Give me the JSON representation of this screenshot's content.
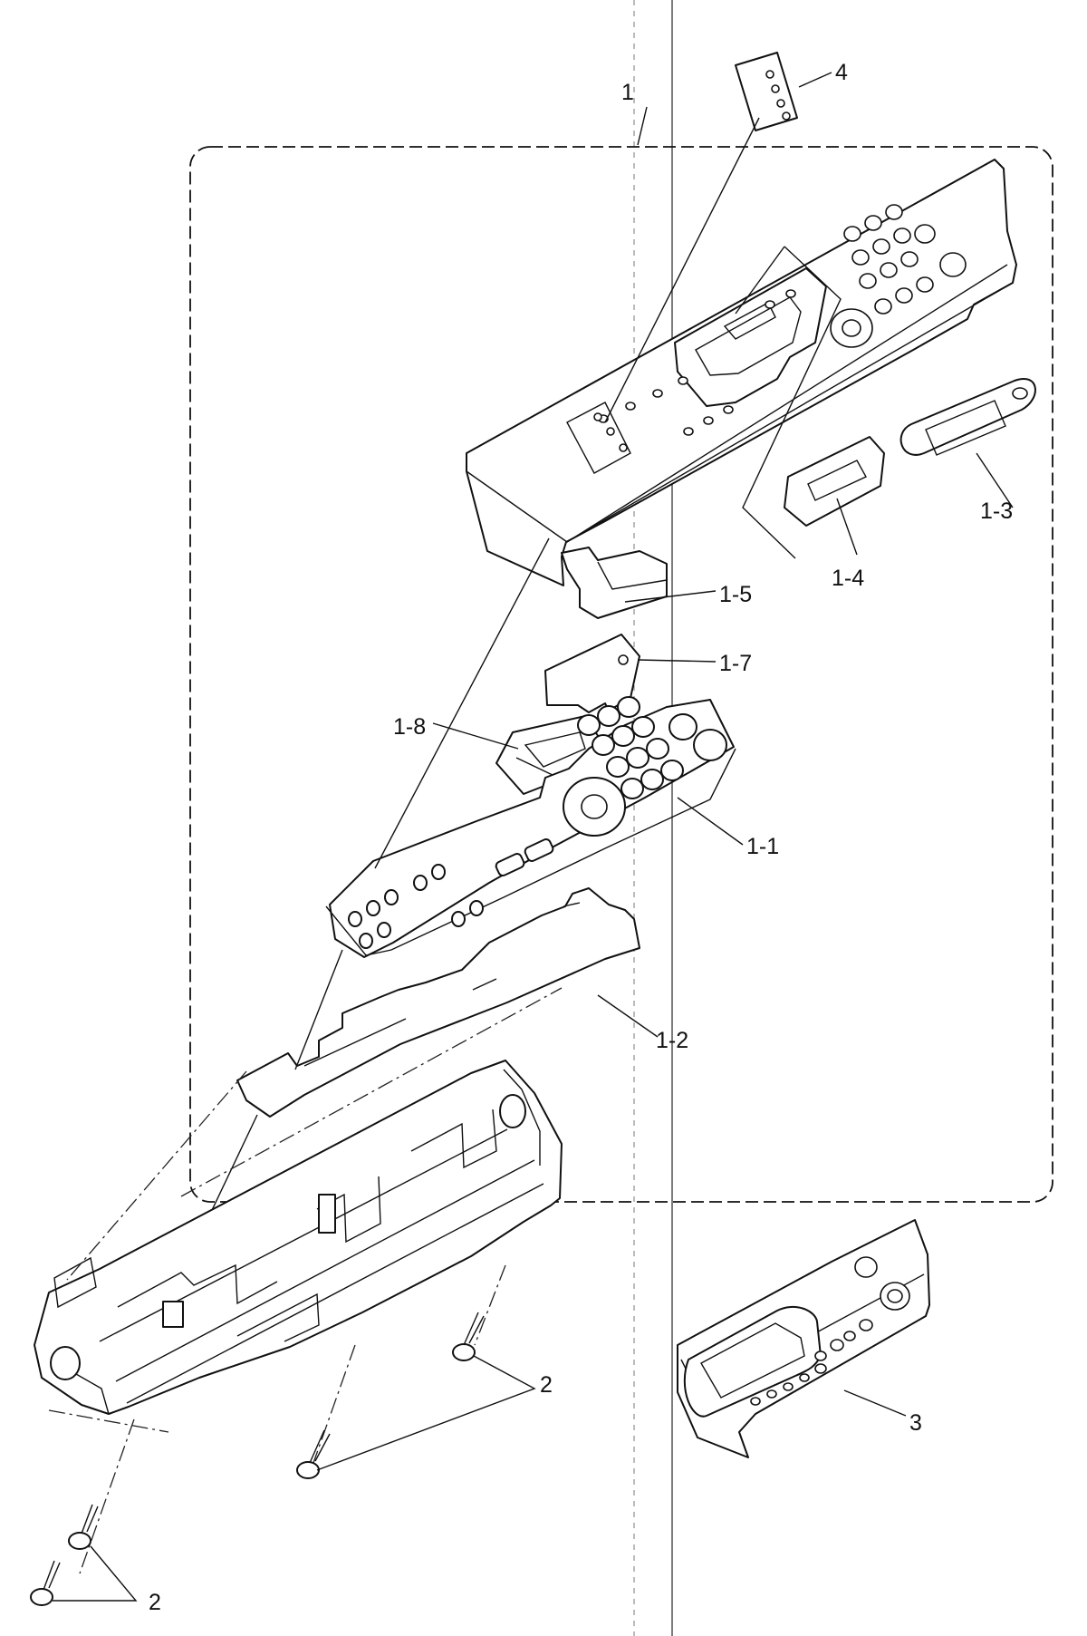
{
  "callouts": {
    "assembly": "1",
    "keypad_rubber": "1-1",
    "shield_plate": "1-2",
    "lcd_window": "1-3",
    "lcd_cover": "1-4",
    "flex_cable": "1-5",
    "bracket": "1-7",
    "lcd_holder": "1-8",
    "screw_a": "2",
    "screw_b": "2",
    "overlay": "3",
    "label_sheet": "4"
  }
}
